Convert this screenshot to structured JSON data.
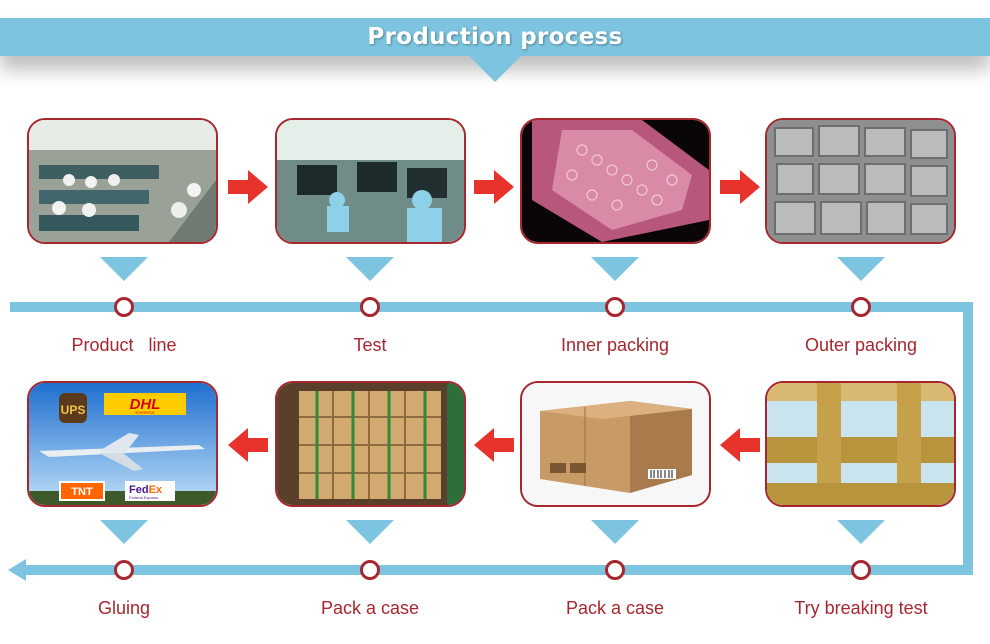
{
  "header": {
    "title": "Production process"
  },
  "steps": [
    {
      "label": "Product   line"
    },
    {
      "label": "Test"
    },
    {
      "label": "Inner packing"
    },
    {
      "label": "Outer packing"
    },
    {
      "label": "Try breaking test"
    },
    {
      "label": "Pack a case"
    },
    {
      "label": "Pack a case"
    },
    {
      "label": "Gluing"
    }
  ],
  "logos": {
    "ups": "UPS",
    "dhl": "DHL",
    "dhl_sub": "EXPRESS",
    "tnt": "TNT",
    "fedex_fed": "Fed",
    "fedex_ex": "Ex",
    "fedex_sub": "Federal Express"
  },
  "colors": {
    "banner": "#7cc4e0",
    "accent": "#a8262e",
    "arrow": "#e8332c"
  }
}
